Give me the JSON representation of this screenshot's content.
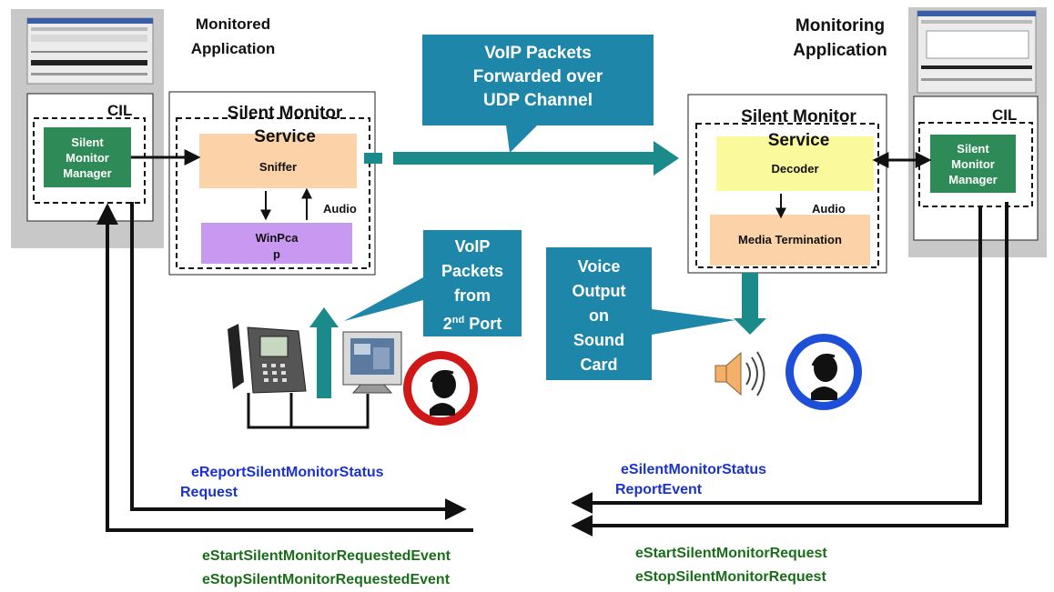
{
  "left": {
    "heading": [
      "Monitored",
      "Application"
    ],
    "cil": "CIL",
    "manager": [
      "Silent",
      "Monitor",
      "Manager"
    ],
    "service_title": [
      "Silent Monitor",
      "Service"
    ],
    "sniffer": "Sniffer",
    "audio": "Audio",
    "winpcap": [
      "WinPca",
      "p"
    ]
  },
  "right": {
    "heading": [
      "Monitoring",
      "Application"
    ],
    "cil": "CIL",
    "manager": [
      "Silent",
      "Monitor",
      "Manager"
    ],
    "service_title": [
      "Silent Monitor",
      "Service"
    ],
    "decoder": "Decoder",
    "audio": "Audio",
    "media": "Media Termination"
  },
  "callouts": {
    "udp": [
      "VoIP Packets",
      "Forwarded over",
      "UDP Channel"
    ],
    "second_port": [
      "VoIP",
      "Packets",
      "from",
      "2",
      "nd",
      "Port"
    ],
    "voice": [
      "Voice",
      "Output",
      "on",
      "Sound",
      "Card"
    ]
  },
  "events": {
    "left_blue": [
      "eReportSilentMonitorStatus",
      "Request"
    ],
    "left_green": [
      "eStartSilentMonitorRequestedEvent",
      "eStopSilentMonitorRequestedEvent"
    ],
    "right_blue": [
      "eSilentMonitorStatus",
      "ReportEvent"
    ],
    "right_green": [
      "eStartSilentMonitorRequest",
      "eStopSilentMonitorRequest"
    ]
  },
  "colors": {
    "teal": "#1a8a8a",
    "callout": "#1e86a8",
    "manager": "#2e8b57",
    "sniffer": "#fcd3a8",
    "winpcap": "#c998f0",
    "decoder": "#fafa9c",
    "media": "#fcd3a8",
    "gray_panel": "#c8c8c8"
  }
}
